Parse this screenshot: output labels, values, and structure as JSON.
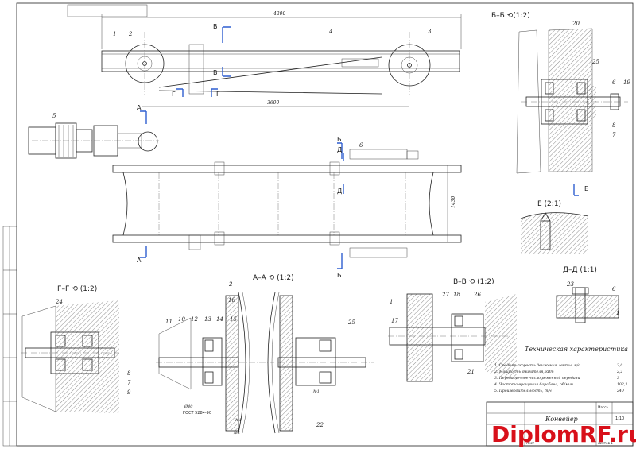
{
  "views": {
    "bb_title": "Б–Б ⟲(1:2)",
    "e_title": "Е (2:1)",
    "dd_title": "Д–Д (1:1)",
    "gg_title": "Г–Г ⟲ (1:2)",
    "aa_title": "А–А ⟲ (1:2)",
    "vv_title": "В–В ⟲ (1:2)"
  },
  "cutting_planes": {
    "a": "А",
    "b": "Б",
    "v": "В",
    "g": "Г",
    "d": "Д",
    "e": "Е"
  },
  "dimensions": {
    "top_length": "4200",
    "mid_length": "3600",
    "height": "1430"
  },
  "callouts": {
    "top_view": [
      "1",
      "2",
      "3",
      "4"
    ],
    "drive": [
      "5"
    ],
    "tensioner": [
      "6"
    ],
    "bb": [
      "20",
      "25",
      "6",
      "19",
      "8",
      "7"
    ],
    "dd": [
      "23",
      "6",
      "1"
    ],
    "gg": [
      "24",
      "8",
      "7",
      "9"
    ],
    "aa": [
      "2",
      "11",
      "10",
      "12",
      "13",
      "14",
      "15",
      "16",
      "25",
      "22"
    ],
    "vv": [
      "1",
      "17",
      "27",
      "18",
      "26",
      "21"
    ]
  },
  "notes": {
    "gost": "ГОСТ 5284-90",
    "shaft_label": "Ø40",
    "n_marks": [
      "№1",
      "№1",
      "№2"
    ]
  },
  "specs": {
    "title": "Техническая характеристика",
    "items": [
      {
        "label": "1. Средняя скорость движения ленты, м/с",
        "value": "2,0"
      },
      {
        "label": "2. Мощность двигателя, кВт",
        "value": "2,2"
      },
      {
        "label": "3. Передаточное число ременной передачи",
        "value": "3"
      },
      {
        "label": "4. Частота вращения барабана, об/мин",
        "value": "102,3"
      },
      {
        "label": "5. Производительность, т/ч",
        "value": "240"
      }
    ]
  },
  "title_block": {
    "name": "Конвейер",
    "sheet": "Лист",
    "sheets": "Листов 1",
    "mass": "Масса",
    "scale": "1:10"
  },
  "watermark": "DiplomRF.ru"
}
